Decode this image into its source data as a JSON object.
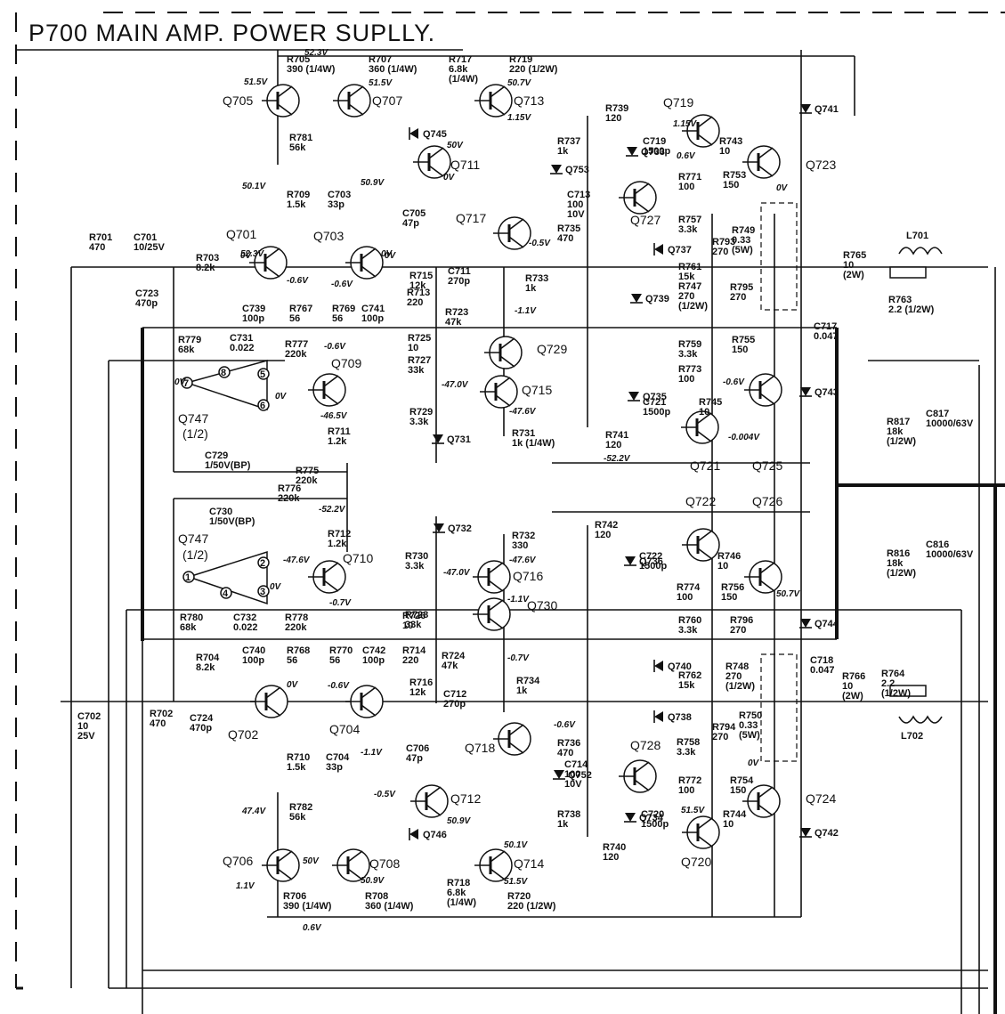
{
  "title": "P700 MAIN AMP. POWER SUPLLY.",
  "transistors": [
    {
      "id": "Q705",
      "label": "Q705"
    },
    {
      "id": "Q707",
      "label": "Q707"
    },
    {
      "id": "Q711",
      "label": "Q711"
    },
    {
      "id": "Q713",
      "label": "Q713"
    },
    {
      "id": "Q719",
      "label": "Q719"
    },
    {
      "id": "Q723",
      "label": "Q723"
    },
    {
      "id": "Q701",
      "label": "Q701"
    },
    {
      "id": "Q703",
      "label": "Q703"
    },
    {
      "id": "Q717",
      "label": "Q717"
    },
    {
      "id": "Q727",
      "label": "Q727"
    },
    {
      "id": "Q709",
      "label": "Q709"
    },
    {
      "id": "Q715",
      "label": "Q715"
    },
    {
      "id": "Q729",
      "label": "Q729"
    },
    {
      "id": "Q721",
      "label": "Q721"
    },
    {
      "id": "Q725",
      "label": "Q725"
    },
    {
      "id": "Q710",
      "label": "Q710"
    },
    {
      "id": "Q716",
      "label": "Q716"
    },
    {
      "id": "Q730",
      "label": "Q730"
    },
    {
      "id": "Q722",
      "label": "Q722"
    },
    {
      "id": "Q726",
      "label": "Q726"
    },
    {
      "id": "Q702",
      "label": "Q702"
    },
    {
      "id": "Q704",
      "label": "Q704"
    },
    {
      "id": "Q718",
      "label": "Q718"
    },
    {
      "id": "Q728",
      "label": "Q728"
    },
    {
      "id": "Q712",
      "label": "Q712"
    },
    {
      "id": "Q706",
      "label": "Q706"
    },
    {
      "id": "Q708",
      "label": "Q708"
    },
    {
      "id": "Q714",
      "label": "Q714"
    },
    {
      "id": "Q720",
      "label": "Q720"
    },
    {
      "id": "Q724",
      "label": "Q724"
    }
  ],
  "opamps": [
    {
      "label": "Q747",
      "sub": "(1/2)"
    },
    {
      "label": "Q747",
      "sub": "(1/2)"
    }
  ],
  "diodes": [
    "Q745",
    "Q741",
    "Q733",
    "Q753",
    "Q737",
    "Q739",
    "Q735",
    "Q731",
    "Q743",
    "Q732",
    "Q736",
    "Q744",
    "Q740",
    "Q738",
    "Q752",
    "Q734",
    "Q746",
    "Q742"
  ],
  "resistors": [
    [
      "R705",
      "390 (1/4W)"
    ],
    [
      "R707",
      "360 (1/4W)"
    ],
    [
      "R717",
      "6.8k",
      "(1/4W)"
    ],
    [
      "R719",
      "220 (1/2W)"
    ],
    [
      "R739",
      "120"
    ],
    [
      "R743",
      "10"
    ],
    [
      "R753",
      "150"
    ],
    [
      "R781",
      "56k"
    ],
    [
      "R737",
      "1k"
    ],
    [
      "R709",
      "1.5k"
    ],
    [
      "R735",
      "470"
    ],
    [
      "R771",
      "100"
    ],
    [
      "R757",
      "3.3k"
    ],
    [
      "R793",
      "270"
    ],
    [
      "R749",
      "0.33",
      "(5W)"
    ],
    [
      "R701",
      "470"
    ],
    [
      "R703",
      "8.2k"
    ],
    [
      "R715",
      "12k"
    ],
    [
      "R733",
      "1k"
    ],
    [
      "R761",
      "15k"
    ],
    [
      "R747",
      "270",
      "(1/2W)"
    ],
    [
      "R795",
      "270"
    ],
    [
      "R765",
      "10",
      "(2W)"
    ],
    [
      "R763",
      "2.2 (1/2W)"
    ],
    [
      "R767",
      "56"
    ],
    [
      "R769",
      "56"
    ],
    [
      "R713",
      "220"
    ],
    [
      "R723",
      "47k"
    ],
    [
      "R779",
      "68k"
    ],
    [
      "R777",
      "220k"
    ],
    [
      "R725",
      "10"
    ],
    [
      "R727",
      "33k"
    ],
    [
      "R759",
      "3.3k"
    ],
    [
      "R755",
      "150"
    ],
    [
      "R773",
      "100"
    ],
    [
      "R745",
      "10"
    ],
    [
      "R711",
      "1.2k"
    ],
    [
      "R729",
      "3.3k"
    ],
    [
      "R731",
      "1k (1/4W)"
    ],
    [
      "R741",
      "120"
    ],
    [
      "R817",
      "18k",
      "(1/2W)"
    ],
    [
      "R775",
      "220k"
    ],
    [
      "R776",
      "220k"
    ],
    [
      "R742",
      "120"
    ],
    [
      "R712",
      "1.2k"
    ],
    [
      "R730",
      "3.3k"
    ],
    [
      "R732",
      "330"
    ],
    [
      "R746",
      "10"
    ],
    [
      "R728",
      "33k"
    ],
    [
      "R774",
      "100"
    ],
    [
      "R756",
      "150"
    ],
    [
      "R780",
      "68k"
    ],
    [
      "R778",
      "220k"
    ],
    [
      "R726",
      "10"
    ],
    [
      "R760",
      "3.3k"
    ],
    [
      "R796",
      "270"
    ],
    [
      "R816",
      "18k",
      "(1/2W)"
    ],
    [
      "R704",
      "8.2k"
    ],
    [
      "R768",
      "56"
    ],
    [
      "R770",
      "56"
    ],
    [
      "R714",
      "220"
    ],
    [
      "R724",
      "47k"
    ],
    [
      "R762",
      "15k"
    ],
    [
      "R748",
      "270",
      "(1/2W)"
    ],
    [
      "R766",
      "10",
      "(2W)"
    ],
    [
      "R764",
      "2.2",
      "(1/2W)"
    ],
    [
      "R702",
      "470"
    ],
    [
      "R716",
      "12k"
    ],
    [
      "R734",
      "1k"
    ],
    [
      "R750",
      "0.33",
      "(5W)"
    ],
    [
      "R710",
      "1.5k"
    ],
    [
      "R736",
      "470"
    ],
    [
      "R758",
      "3.3k"
    ],
    [
      "R794",
      "270"
    ],
    [
      "R772",
      "100"
    ],
    [
      "R754",
      "150"
    ],
    [
      "R782",
      "56k"
    ],
    [
      "R738",
      "1k"
    ],
    [
      "R744",
      "10"
    ],
    [
      "R740",
      "120"
    ],
    [
      "R706",
      "390 (1/4W)"
    ],
    [
      "R708",
      "360 (1/4W)"
    ],
    [
      "R718",
      "6.8k",
      "(1/4W)"
    ],
    [
      "R720",
      "220 (1/2W)"
    ]
  ],
  "capacitors": [
    [
      "C719",
      "1500p"
    ],
    [
      "C703",
      "33p"
    ],
    [
      "C705",
      "47p"
    ],
    [
      "C713",
      "100",
      "10V"
    ],
    [
      "C701",
      "10/25V"
    ],
    [
      "C711",
      "270p"
    ],
    [
      "C723",
      "470p"
    ],
    [
      "C739",
      "100p"
    ],
    [
      "C741",
      "100p"
    ],
    [
      "C717",
      "0.047"
    ],
    [
      "C731",
      "0.022"
    ],
    [
      "C721",
      "1500p"
    ],
    [
      "C817",
      "10000/63V"
    ],
    [
      "C729",
      "1/50V(BP)"
    ],
    [
      "C730",
      "1/50V(BP)"
    ],
    [
      "C722",
      "1500p"
    ],
    [
      "C732",
      "0.022"
    ],
    [
      "C816",
      "10000/63V"
    ],
    [
      "C740",
      "100p"
    ],
    [
      "C742",
      "100p"
    ],
    [
      "C718",
      "0.047"
    ],
    [
      "C724",
      "470p"
    ],
    [
      "C712",
      "270p"
    ],
    [
      "C702",
      "10",
      "25V"
    ],
    [
      "C704",
      "33p"
    ],
    [
      "C706",
      "47p"
    ],
    [
      "C714",
      "100",
      "10V"
    ],
    [
      "C720",
      "1500p"
    ]
  ],
  "inductors": [
    "L701",
    "L702"
  ],
  "voltages": [
    "52.3V",
    "51.5V",
    "51.5V",
    "50.7V",
    "1.15V",
    "1.15V",
    "0.6V",
    "0V",
    "50V",
    "0V",
    "50.9V",
    "50.1V",
    "0V",
    "-0.6V",
    "-0.6V",
    "0V",
    "-0.5V",
    "-1.1V",
    "-0.6V",
    "-47.0V",
    "-47.6V",
    "-46.5V",
    "-0.6V",
    "-0.004V",
    "-52.2V",
    "-52.2V",
    "-47.6V",
    "-47.0V",
    "-47.6V",
    "-0.7V",
    "-1.1V",
    "-0.6V",
    "0V",
    "-0.7V",
    "-0.6V",
    "-1.1V",
    "-0.5V",
    "47.4V",
    "50.9V",
    "50.1V",
    "50V",
    "1.1V",
    "50.9V",
    "51.5V",
    "51.5V",
    "50.7V",
    "0.6V",
    "0V",
    "52.3V",
    "0V",
    "0V",
    "0V",
    "0V"
  ],
  "pins": [
    "7",
    "8",
    "5",
    "6",
    "1",
    "2",
    "3",
    "4"
  ]
}
